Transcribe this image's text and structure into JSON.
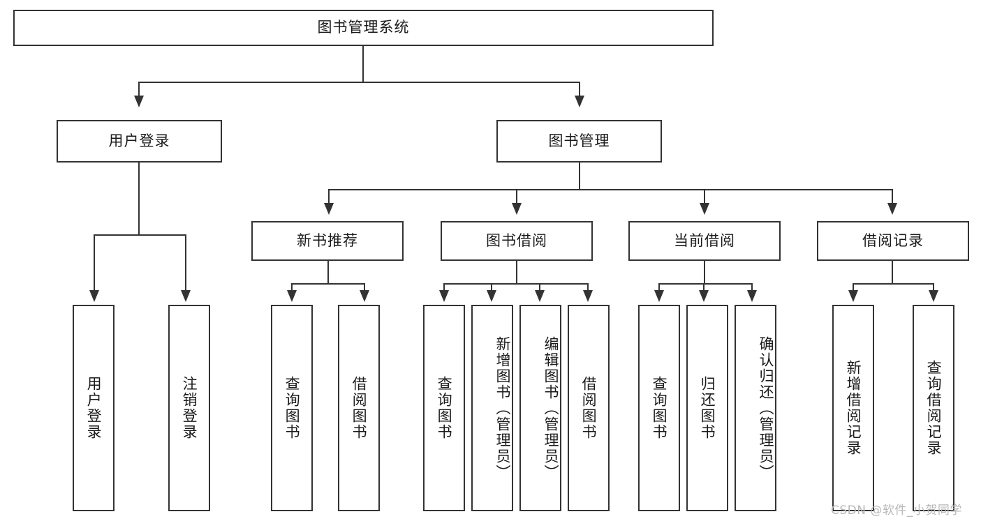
{
  "diagram": {
    "title": "图书管理系统",
    "type": "tree-hierarchy-chart",
    "root": {
      "label": "图书管理系统"
    },
    "level1": [
      {
        "label": "用户登录"
      },
      {
        "label": "图书管理"
      }
    ],
    "level2": [
      {
        "label": "新书推荐",
        "parent": "图书管理"
      },
      {
        "label": "图书借阅",
        "parent": "图书管理"
      },
      {
        "label": "当前借阅",
        "parent": "图书管理"
      },
      {
        "label": "借阅记录",
        "parent": "图书管理"
      }
    ],
    "leaves": {
      "user_login": [
        {
          "label": "用户登录"
        },
        {
          "label": "注销登录"
        }
      ],
      "new_book_recommend": [
        {
          "label": "查询图书"
        },
        {
          "label": "借阅图书"
        }
      ],
      "book_borrow": [
        {
          "label": "查询图书"
        },
        {
          "label": "新增图书（管理员）"
        },
        {
          "label": "编辑图书（管理员）"
        },
        {
          "label": "借阅图书"
        }
      ],
      "current_borrow": [
        {
          "label": "查询图书"
        },
        {
          "label": "归还图书"
        },
        {
          "label": "确认归还（管理员）"
        }
      ],
      "borrow_record": [
        {
          "label": "新增借阅记录"
        },
        {
          "label": "查询借阅记录"
        }
      ]
    }
  },
  "watermark": {
    "text": "CSDN @软件_小贺同学",
    "color": "#b8b8b8"
  },
  "colors": {
    "stroke": "#333333",
    "background": "#ffffff",
    "text": "#1a1a1a"
  }
}
